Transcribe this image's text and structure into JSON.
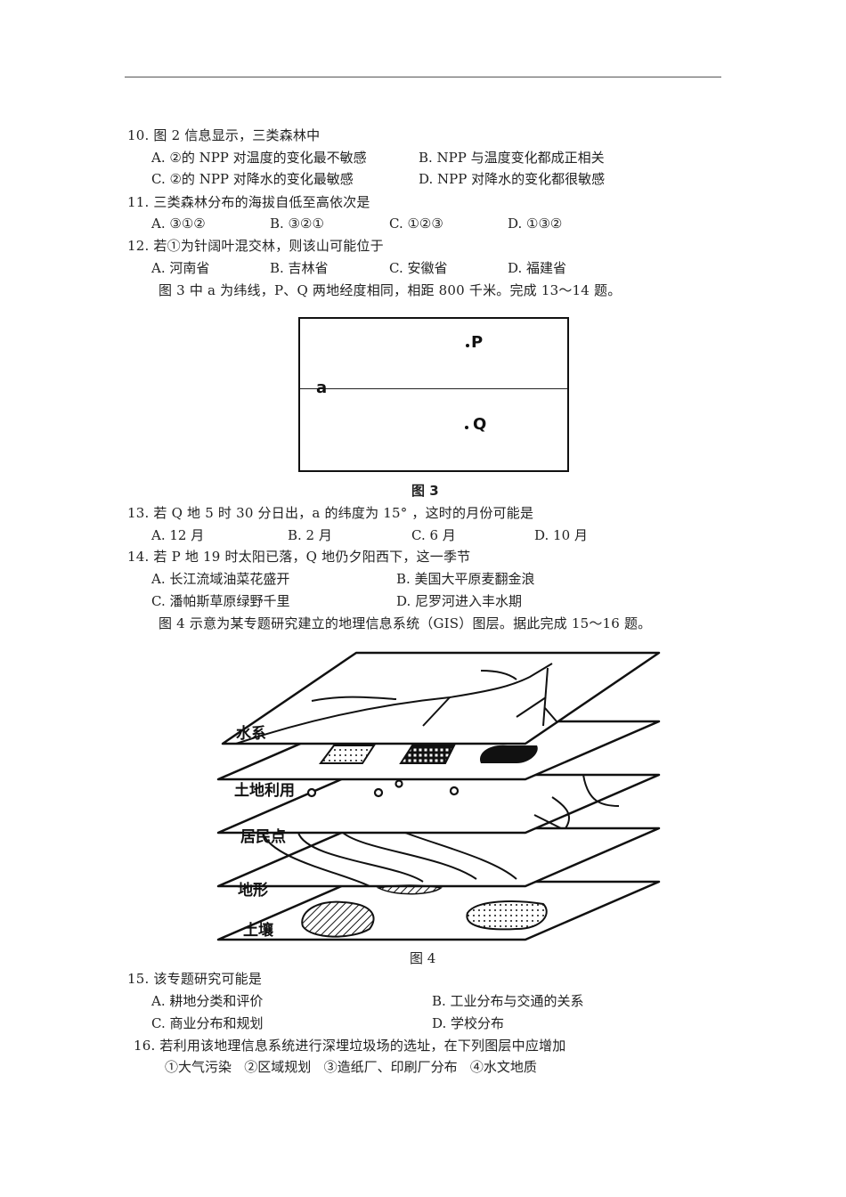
{
  "questions": {
    "q10": {
      "stem": "10. 图 2 信息显示，三类森林中",
      "A": "A. ②的 NPP 对温度的变化最不敏感",
      "B": "B. NPP 与温度变化都成正相关",
      "C": "C. ②的 NPP 对降水的变化最敏感",
      "D": "D. NPP 对降水的变化都很敏感"
    },
    "q11": {
      "stem": "11. 三类森林分布的海拔自低至高依次是",
      "A": "A. ③①②",
      "B": "B. ③②①",
      "C": "C. ①②③",
      "D": "D. ①③②"
    },
    "q12": {
      "stem": "12. 若①为针阔叶混交林，则该山可能位于",
      "A": "A. 河南省",
      "B": "B. 吉林省",
      "C": "C. 安徽省",
      "D": "D. 福建省"
    },
    "intro_fig3": "图 3 中 a 为纬线，P、Q 两地经度相同，相距 800 千米。完成 13～14 题。",
    "q13": {
      "stem": "13. 若 Q 地 5 时 30 分日出，a 的纬度为 15° ，这时的月份可能是",
      "A": "A. 12 月",
      "B": "B. 2 月",
      "C": "C. 6 月",
      "D": "D.  10 月"
    },
    "q14": {
      "stem": "14. 若 P 地 19 时太阳已落，Q 地仍夕阳西下，这一季节",
      "A": "A. 长江流域油菜花盛开",
      "B": "B. 美国大平原麦翻金浪",
      "C": "C. 潘帕斯草原绿野千里",
      "D": "D. 尼罗河进入丰水期"
    },
    "intro_fig4": "图 4 示意为某专题研究建立的地理信息系统（GIS）图层。据此完成 15～16 题。",
    "q15": {
      "stem": "15. 该专题研究可能是",
      "A": "A. 耕地分类和评价",
      "B": "B. 工业分布与交通的关系",
      "C": "C. 商业分布和规划",
      "D": "D. 学校分布"
    },
    "q16": {
      "stem": "16. 若利用该地理信息系统进行深埋垃圾场的选址，在下列图层中应增加",
      "items": "①大气污染   ②区域规划   ③造纸厂、印刷厂分布   ④水文地质"
    }
  },
  "figure3": {
    "caption": "图 3",
    "latitude_label": "a",
    "point_p": "P",
    "point_q": "Q"
  },
  "figure4": {
    "caption": "图 4",
    "layers": [
      "水系",
      "土地利用",
      "居民点",
      "地形",
      "土壤"
    ]
  }
}
